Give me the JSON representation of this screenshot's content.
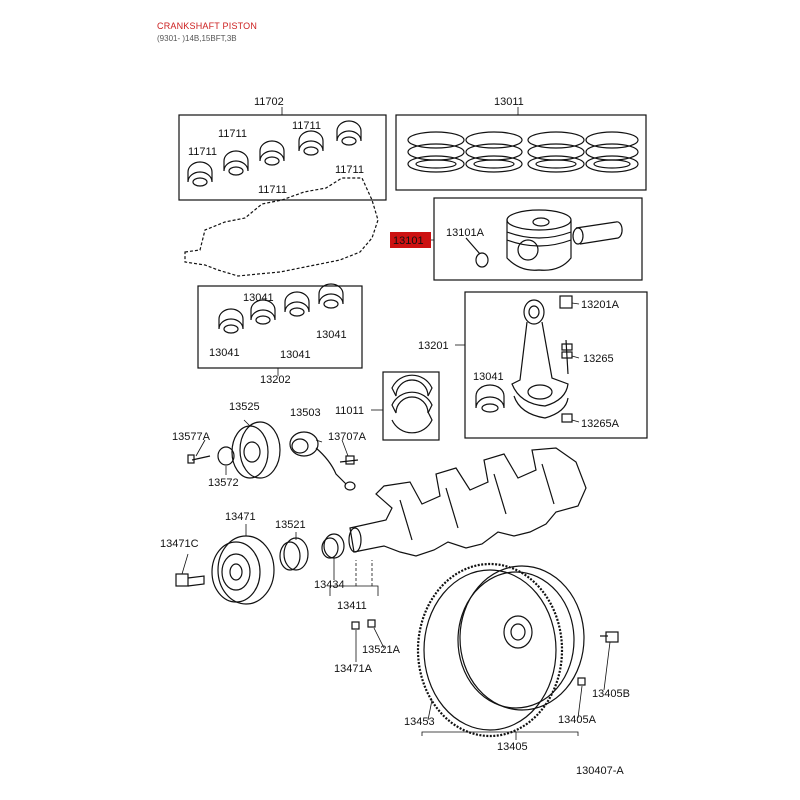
{
  "header": {
    "title": "CRANKSHAFT PISTON",
    "subtitle": "(9301- )14B,15BFT,3B"
  },
  "colors": {
    "title": "#cc2020",
    "highlight_fill": "#cc1111",
    "line": "#111111"
  },
  "parts": {
    "p11702": "11702",
    "p11711": "11711",
    "p13011": "13011",
    "p13101": "13101",
    "p13101A": "13101A",
    "p13041": "13041",
    "p13202": "13202",
    "p13201": "13201",
    "p13201A": "13201A",
    "p13265": "13265",
    "p13265A": "13265A",
    "p11011": "11011",
    "p13525": "13525",
    "p13503": "13503",
    "p13577A": "13577A",
    "p13707A": "13707A",
    "p13572": "13572",
    "p13471": "13471",
    "p13521": "13521",
    "p13471C": "13471C",
    "p13434": "13434",
    "p13411": "13411",
    "p13521A": "13521A",
    "p13471A": "13471A",
    "p13405": "13405",
    "p13405A": "13405A",
    "p13405B": "13405B",
    "p13453": "13453"
  },
  "figure_code": "130407-A"
}
